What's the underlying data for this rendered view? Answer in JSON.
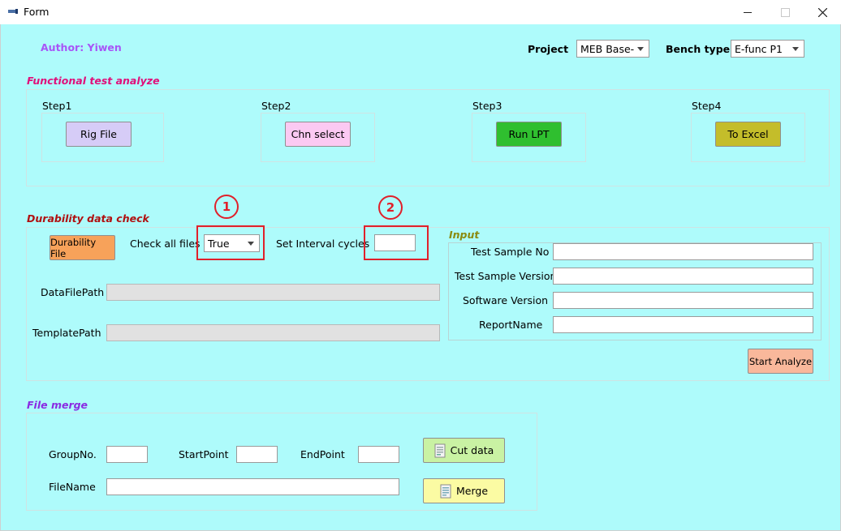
{
  "window": {
    "title": "Form",
    "icon": "form-window-icon"
  },
  "colors": {
    "client_bg": "#aefbfb",
    "author": "#a855f7",
    "functional_title": "#e0107a",
    "durability_title": "#b01010",
    "input_title": "#8b8b10",
    "filemerge_title": "#8a2be2",
    "annotation_red": "#e0202a"
  },
  "header": {
    "author": "Author: Yiwen",
    "project_label": "Project",
    "project_value": "MEB Base-",
    "bench_label": "Bench type",
    "bench_value": "E-func P1"
  },
  "functional": {
    "title": "Functional test analyze",
    "steps": [
      {
        "label": "Step1",
        "button": "Rig File",
        "color": "#d6ccf7"
      },
      {
        "label": "Step2",
        "button": "Chn select",
        "color": "#fbc9f2"
      },
      {
        "label": "Step3",
        "button": "Run LPT",
        "color": "#2fbf2f"
      },
      {
        "label": "Step4",
        "button": "To Excel",
        "color": "#c4bd2a"
      }
    ]
  },
  "durability": {
    "title": "Durability data check",
    "file_button": "Durability File",
    "check_all_label": "Check all files",
    "check_all_value": "True",
    "interval_label": "Set Interval cycles",
    "interval_value": "",
    "datafile_label": "DataFilePath",
    "datafile_value": "",
    "template_label": "TemplatePath",
    "template_value": "",
    "markers": [
      "1",
      "2"
    ]
  },
  "input": {
    "title": "Input",
    "fields": [
      {
        "label": "Test Sample No",
        "value": ""
      },
      {
        "label": "Test Sample Version",
        "value": ""
      },
      {
        "label": "Software Version",
        "value": ""
      },
      {
        "label": "ReportName",
        "value": ""
      }
    ],
    "start_button": "Start Analyze"
  },
  "filemerge": {
    "title": "File merge",
    "group_label": "GroupNo.",
    "start_label": "StartPoint",
    "end_label": "EndPoint",
    "filename_label": "FileName",
    "cut_button": "Cut data",
    "merge_button": "Merge"
  }
}
